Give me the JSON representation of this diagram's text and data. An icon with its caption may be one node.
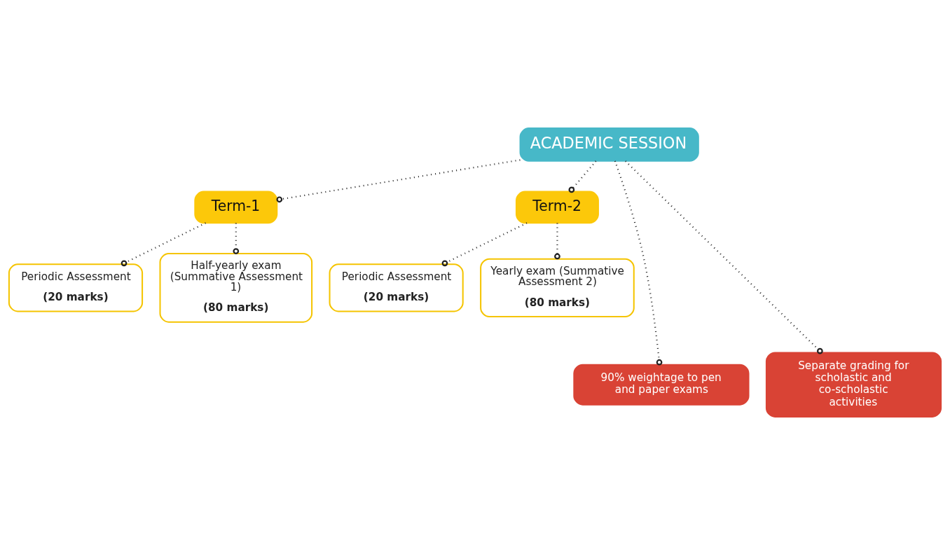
{
  "diagram": {
    "nodes": [
      {
        "text": [
          "ACADEMIC SESSION"
        ]
      },
      {
        "text": [
          "Term-1"
        ]
      },
      {
        "text": [
          "Term-2"
        ]
      },
      {
        "text": [
          "Periodic Assessment",
          "(20 marks)"
        ]
      },
      {
        "text": [
          "Half-yearly exam (Summative Assessment 1)",
          "(80 marks)"
        ]
      },
      {
        "text": [
          "Periodic Assessment",
          "(20 marks)"
        ]
      },
      {
        "text": [
          "Yearly exam (Summative Assessment 2)",
          "(80 marks)"
        ]
      },
      {
        "text": [
          "90% weightage to pen and paper exams"
        ]
      },
      {
        "text": [
          "Separate grading for scholastic and co-scholastic activities"
        ]
      }
    ],
    "edges": [
      {
        "from": 0,
        "to": 1,
        "arrow": "other"
      },
      {
        "from": 0,
        "to": 7,
        "arrow": "other"
      },
      {
        "from": 0,
        "to": 8,
        "arrow": "other"
      },
      {
        "from": 0,
        "to": 2,
        "arrow": "other"
      },
      {
        "from": 1,
        "to": 3,
        "arrow": "other"
      },
      {
        "from": 1,
        "to": 4,
        "arrow": "other"
      },
      {
        "from": 2,
        "to": 5,
        "arrow": "other"
      },
      {
        "from": 2,
        "to": 6,
        "arrow": "other"
      }
    ]
  }
}
